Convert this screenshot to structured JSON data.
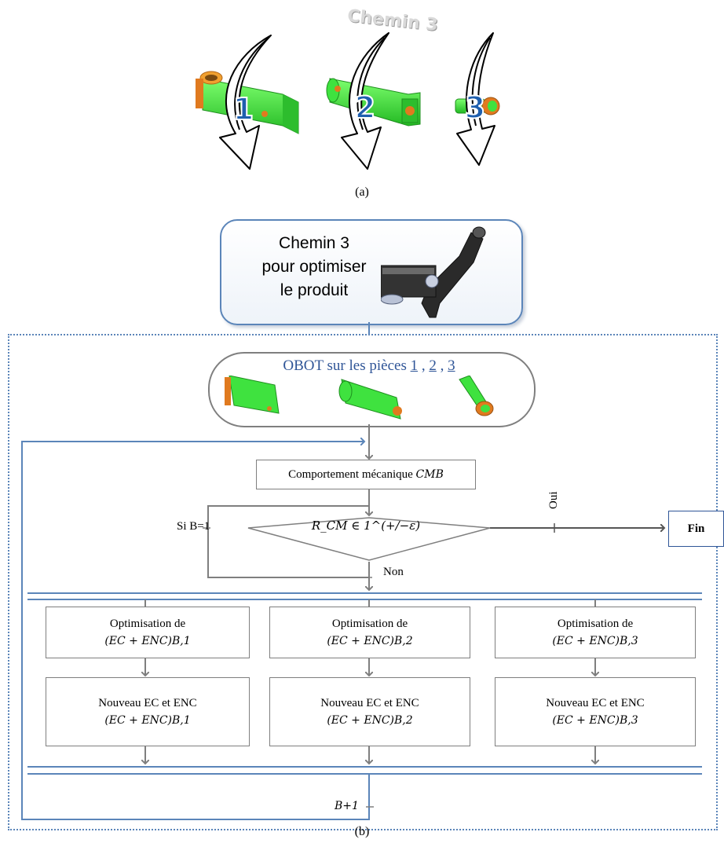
{
  "part_a": {
    "title": "Chemin 3",
    "parts": [
      {
        "number": "1"
      },
      {
        "number": "2"
      },
      {
        "number": "3"
      }
    ],
    "caption": "(a)"
  },
  "part_b": {
    "start_box": {
      "line1": "Chemin 3",
      "line2": "pour optimiser",
      "line3": "le produit"
    },
    "obot": {
      "prefix": "OBOT sur les pièces ",
      "p1": "1",
      "sep1": " , ",
      "p2": "2",
      "sep2": " , ",
      "p3": "3"
    },
    "behavior_box": {
      "text": "Comportement mécanique ",
      "symbol": "CMB"
    },
    "decision": {
      "condition": "R_CM ∈ 1^(+/−ε)",
      "yes_label": "Oui",
      "no_label": "Non",
      "loop_label": "Si B=1"
    },
    "end_box": "Fin",
    "columns": [
      {
        "opt_title": "Optimisation de",
        "opt_formula": "(EC + ENC)B,1",
        "new_title": "Nouveau EC et ENC",
        "new_formula": "(EC + ENC)B,1"
      },
      {
        "opt_title": "Optimisation de",
        "opt_formula": "(EC + ENC)B,2",
        "new_title": "Nouveau EC et ENC",
        "new_formula": "(EC + ENC)B,2"
      },
      {
        "opt_title": "Optimisation de",
        "opt_formula": "(EC + ENC)B,3",
        "new_title": "Nouveau EC et ENC",
        "new_formula": "(EC + ENC)B,3"
      }
    ],
    "iteration_label": "B+1",
    "caption": "(b)"
  },
  "colors": {
    "blue": "#5b85b9",
    "dark_blue": "#2f5597",
    "gray": "#7f7f7f",
    "part_green": "#3fe23f",
    "part_orange": "#e07a1f"
  }
}
